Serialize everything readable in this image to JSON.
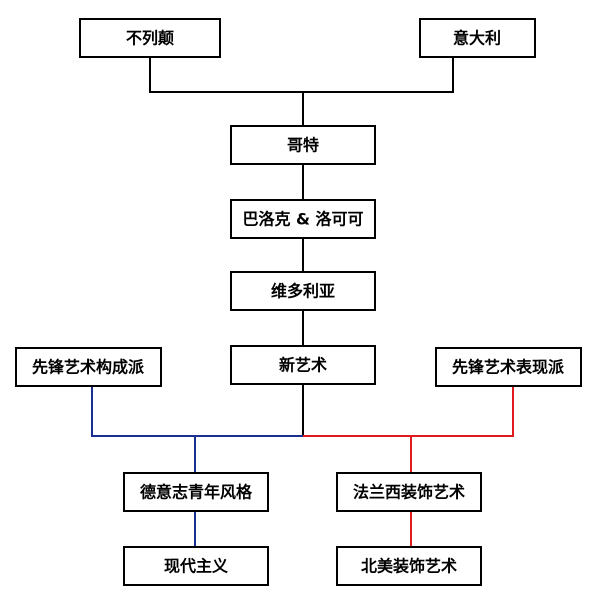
{
  "diagram": {
    "nodes": {
      "britain": "不列颠",
      "italy": "意大利",
      "gothic": "哥特",
      "baroque_rococo": "巴洛克 & 洛可可",
      "victorian": "维多利亚",
      "art_nouveau": "新艺术",
      "constructivism": "先锋艺术构成派",
      "expressionism": "先锋艺术表现派",
      "jugendstil": "德意志青年风格",
      "french_art_deco": "法兰西装饰艺术",
      "modernism": "现代主义",
      "north_american_art_deco": "北美装饰艺术"
    },
    "colors": {
      "black_line": "#000000",
      "blue_line": "#1a2f8f",
      "red_line": "#e01b1b"
    }
  }
}
